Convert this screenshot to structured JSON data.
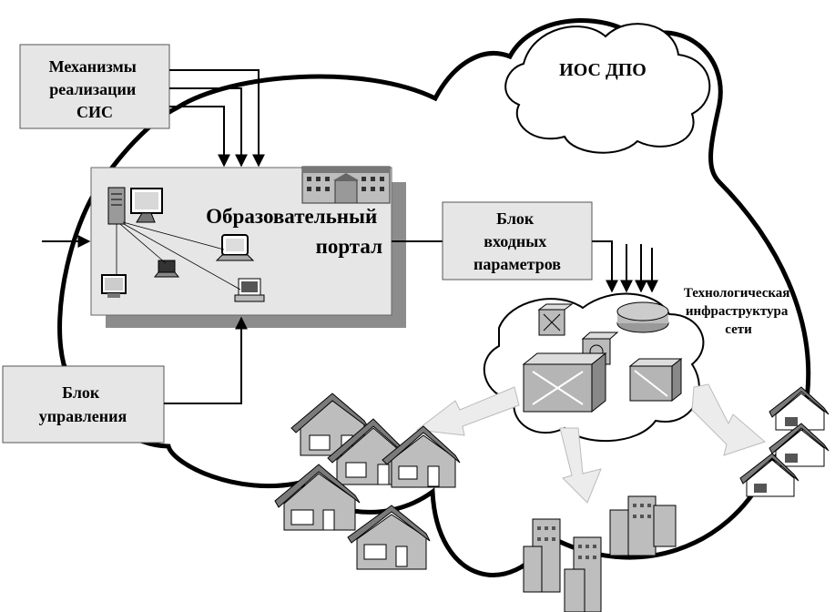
{
  "diagram": {
    "cloud_label": "ИОС ДПО",
    "mechanisms_box": [
      "Механизмы",
      "реализации",
      "СИС"
    ],
    "portal_box": [
      "Образовательный",
      "портал"
    ],
    "input_params_box": [
      "Блок",
      "входных",
      "параметров"
    ],
    "control_box": [
      "Блок",
      "управления"
    ],
    "infrastructure_label": [
      "Технологическая",
      "инфраструктура",
      "сети"
    ],
    "colors": {
      "box_fill": "#e6e6e6",
      "shadow": "#8c8c8c",
      "line": "#000000",
      "house_wall": "#bdbdbd",
      "house_roof": "#7a7a7a",
      "arrow_fill": "#ececec"
    },
    "icons": [
      "server-icon",
      "monitor-icon",
      "laptop-icon",
      "desktop-pc-icon",
      "university-building-icon",
      "switch-icon",
      "router-icon",
      "house-icon",
      "office-building-icon"
    ]
  }
}
